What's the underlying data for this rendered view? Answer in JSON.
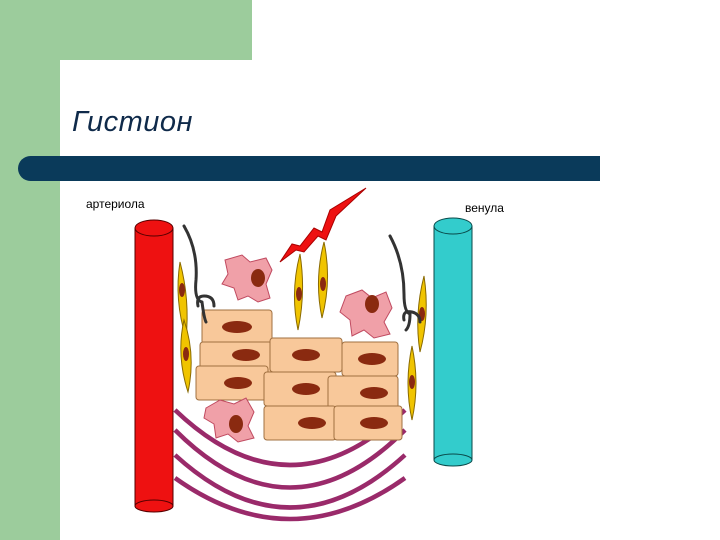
{
  "slide": {
    "title": "Гистион",
    "labels": {
      "arteriole": "артериола",
      "venule": "венула"
    }
  },
  "colors": {
    "background": "#ffffff",
    "accent_green": "#9ccc9c",
    "title_bar": "#0a3a5a",
    "title_text": "#0f2a4a",
    "arteriole": "#ee1111",
    "venule": "#33cccc",
    "epithelial_cell": "#f8c89a",
    "nucleus": "#8a2a10",
    "fibroblast": "#f0c400",
    "macrophage": "#f0a0a8",
    "basement_arc": "#9a2a6a",
    "nerve_fiber": "#333333",
    "signal_bolt": "#ee1111"
  }
}
